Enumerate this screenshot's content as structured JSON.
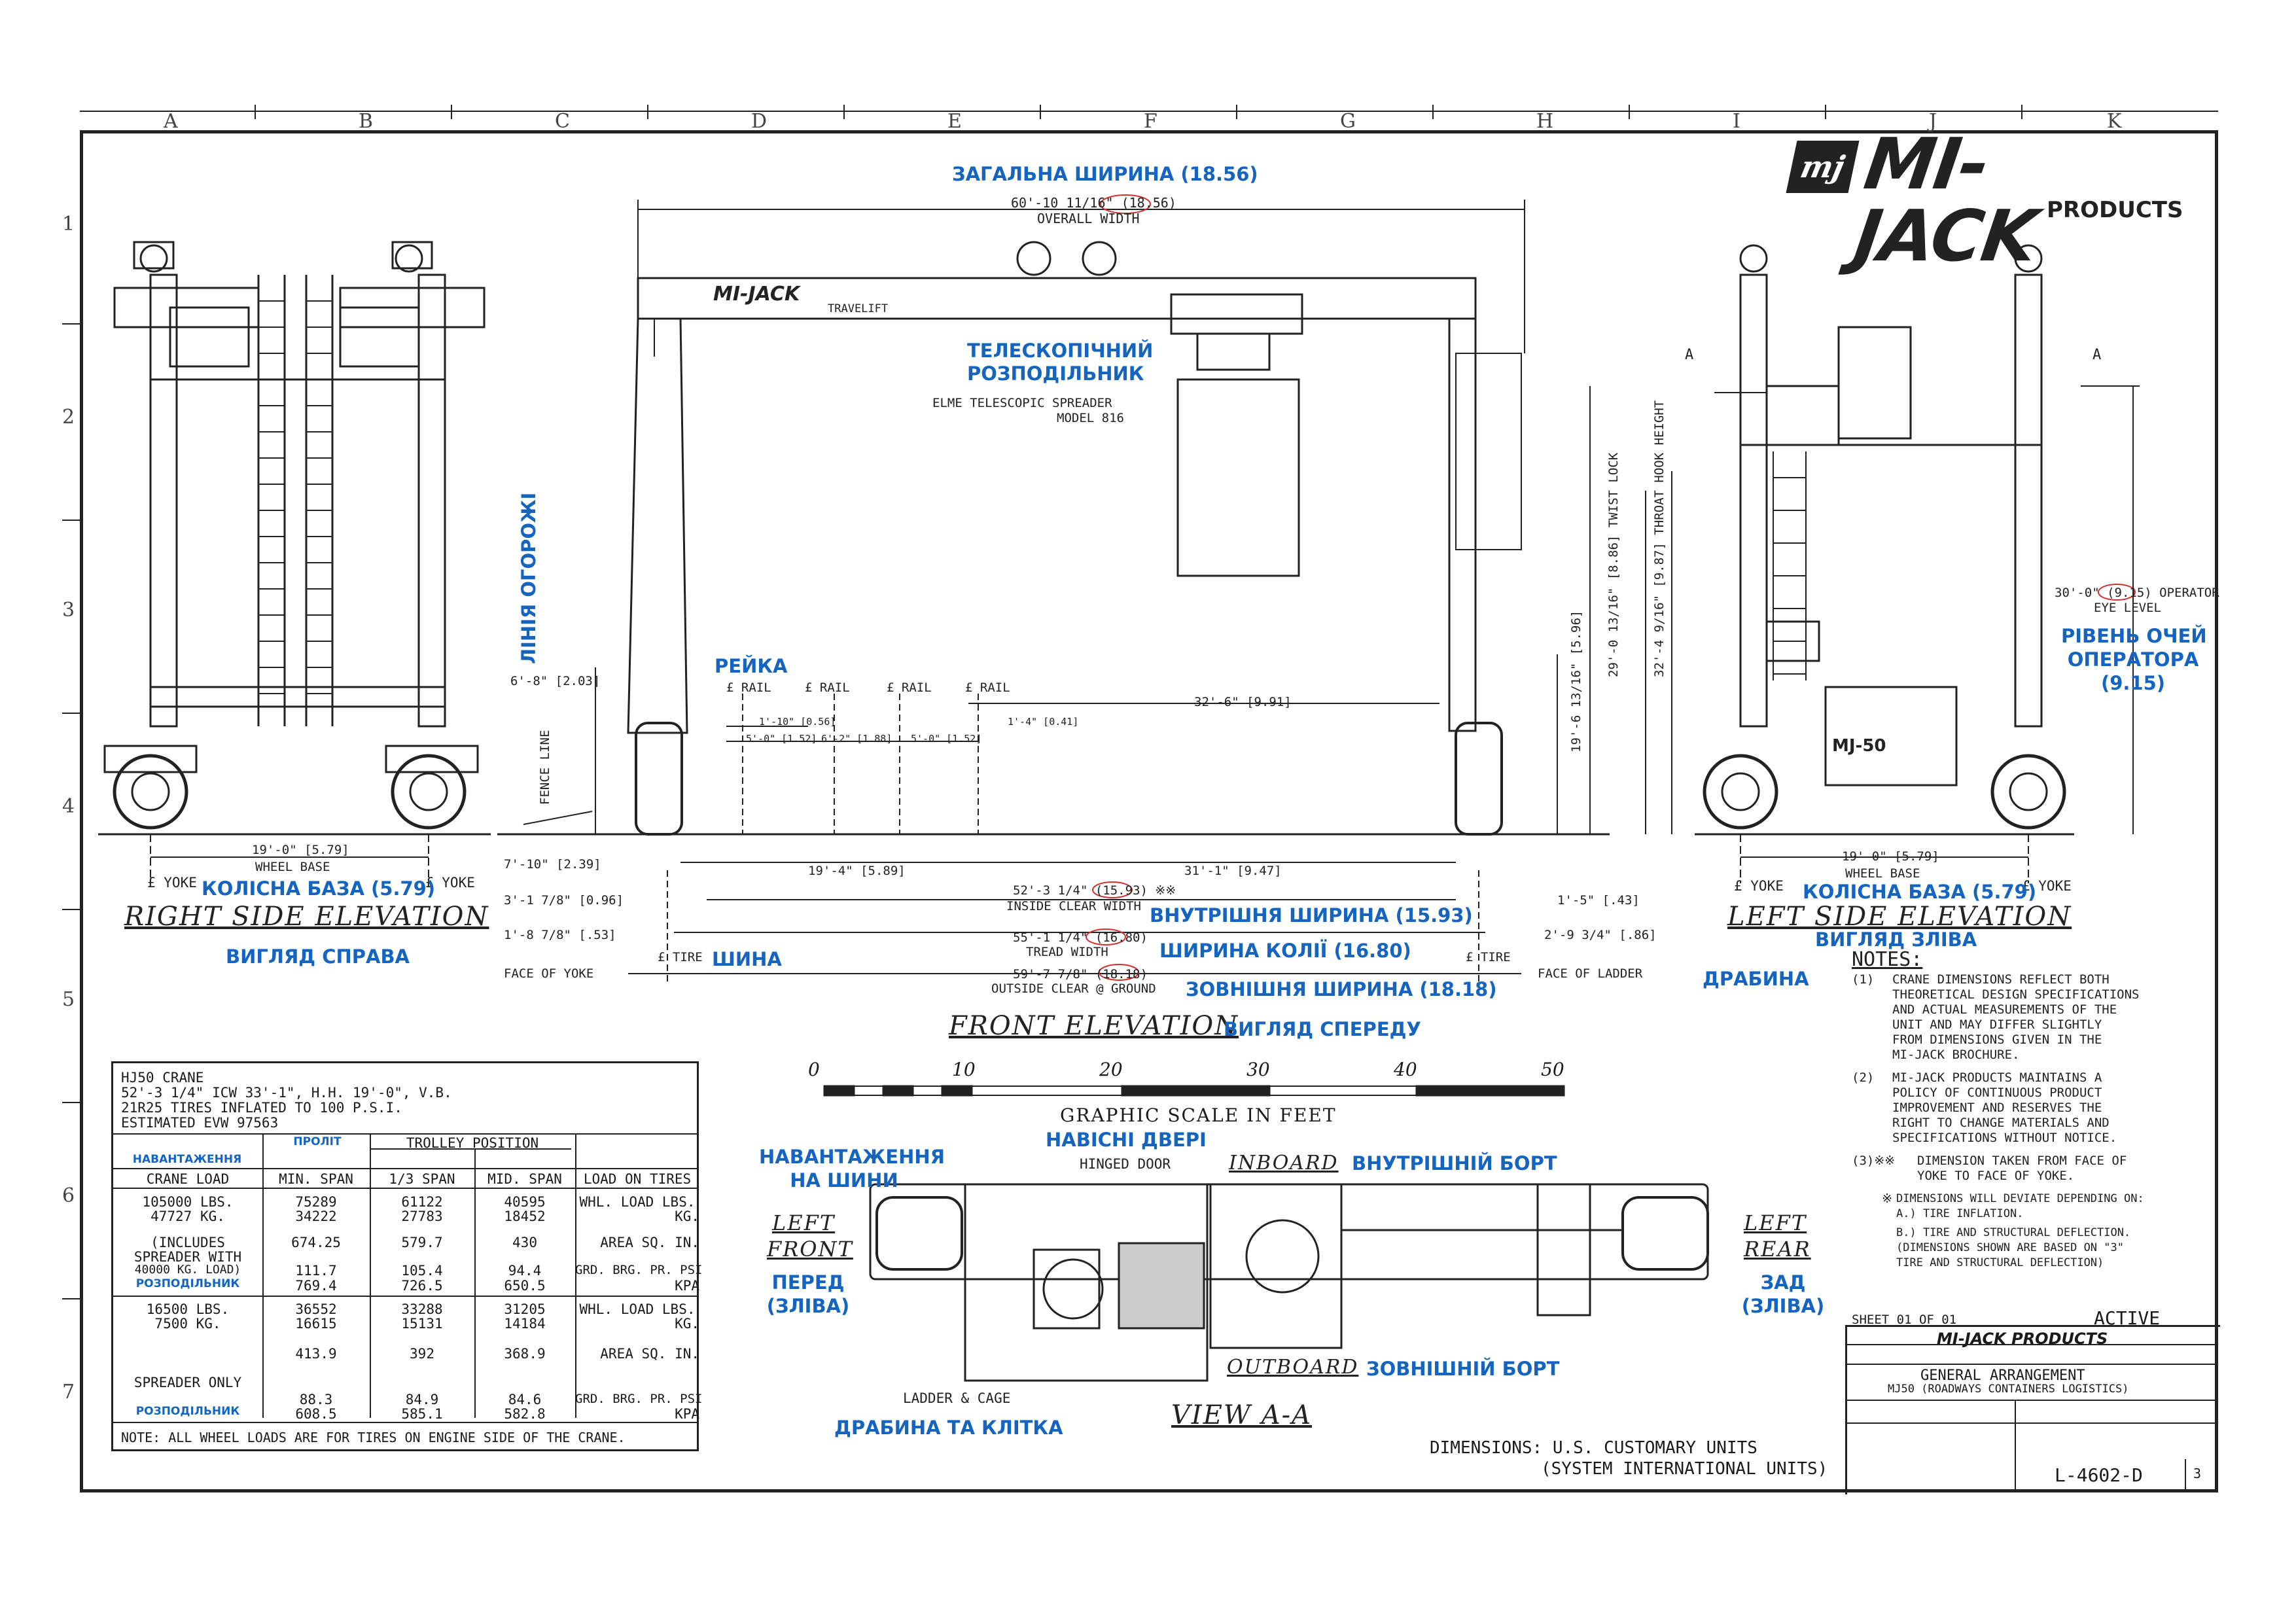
{
  "grid": {
    "columns": [
      "A",
      "B",
      "C",
      "D",
      "E",
      "F",
      "G",
      "H",
      "I",
      "J",
      "K"
    ],
    "rows": [
      "1",
      "2",
      "3",
      "4",
      "5",
      "6",
      "7"
    ]
  },
  "logo": {
    "brand": "MI-JACK",
    "sub": "PRODUCTS",
    "mark": "mj"
  },
  "front_elevation": {
    "title": "FRONT ELEVATION",
    "crane_label": "MI-JACK",
    "travelift": "TRAVELIFT",
    "overall_width": "60'-10 11/16\" (18.56)",
    "overall_width_label": "OVERALL WIDTH",
    "spreader_label": "ELME TELESCOPIC SPREADER",
    "spreader_model": "MODEL 816",
    "rails": [
      "£ RAIL",
      "£ RAIL",
      "£ RAIL",
      "£ RAIL"
    ],
    "rail_spacing": [
      "1'-10\" [0.56]",
      "5'-0\" [1.52]",
      "6'-2\" [1.88]",
      "5'-0\" [1.52]",
      "1'-4\" [0.41]"
    ],
    "span_32_6": "32'-6\" [9.91]",
    "fence_line": "FENCE LINE",
    "fence_height": "6'-8\" [2.03]",
    "dim_7_10": "7'-10\" [2.39]",
    "dim_19_4": "19'-4\" [5.89]",
    "dim_31_1": "31'-1\" [9.47]",
    "dim_3_1": "3'-1 7/8\" [0.96]",
    "dim_1_8": "1'-8 7/8\" [.53]",
    "dim_1_5": "1'-5\" [.43]",
    "dim_2_9": "2'-9 3/4\" [.86]",
    "inside_clear": "52'-3 1/4\" (15.93) ※※",
    "inside_clear_label": "INSIDE CLEAR WIDTH",
    "tread": "55'-1 1/4\" (16.80)",
    "tread_label": "TREAD WIDTH",
    "outside": "59'-7 7/8\" (18.18)",
    "outside_label": "OUTSIDE CLEAR @ GROUND",
    "face_of_yoke": "FACE OF YOKE",
    "face_of_ladder": "FACE OF LADDER",
    "tire_left": "£ TIRE",
    "tire_right": "£ TIRE",
    "twist_lock": "29'-0 13/16\" [8.86] TWIST LOCK",
    "hook_height": "32'-4 9/16\" [9.87] THROAT HOOK HEIGHT",
    "dim_19_6": "19'-6 13/16\" [5.96]"
  },
  "right_side": {
    "title": "RIGHT SIDE ELEVATION",
    "wheel_base": "19'-0\" [5.79]",
    "wheel_base_label": "WHEEL BASE",
    "yoke_left": "£ YOKE",
    "yoke_right": "£ YOKE"
  },
  "left_side": {
    "title": "LEFT SIDE ELEVATION",
    "wheel_base": "19'-0\" [5.79]",
    "wheel_base_label": "WHEEL BASE",
    "yoke_left": "£ YOKE",
    "yoke_right": "£ YOKE",
    "operator_eye": "30'-0\" (9.15) OPERATOR",
    "operator_eye_2": "EYE LEVEL",
    "engine_label": "MJ-50",
    "section_mark": "A"
  },
  "view_a": {
    "title": "VIEW A-A",
    "hinged_door": "HINGED DOOR",
    "inboard": "INBOARD",
    "outboard": "OUTBOARD",
    "left_front_1": "LEFT",
    "left_front_2": "FRONT",
    "left_rear_1": "LEFT",
    "left_rear_2": "REAR",
    "ladder_cage": "LADDER & CAGE"
  },
  "graphic_scale": {
    "label": "GRAPHIC SCALE IN FEET",
    "ticks": [
      "0",
      "10",
      "20",
      "30",
      "40",
      "50"
    ]
  },
  "annotations": {
    "overall_width": "ЗАГАЛЬНА ШИРИНА (18.56)",
    "telescopic_1": "ТЕЛЕСКОПІЧНИЙ",
    "telescopic_2": "РОЗПОДІЛЬНИК",
    "fence_line": "ЛІНІЯ ОГОРОЖІ",
    "rail": "РЕЙКА",
    "wheel_base_right": "КОЛІСНА БАЗА (5.79)",
    "right_view": "ВИГЛЯД СПРАВА",
    "inside_width": "ВНУТРІШНЯ ШИРИНА (15.93)",
    "track_width": "ШИРИНА КОЛІЇ (16.80)",
    "outside_width": "ЗОВНІШНЯ ШИРИНА (18.18)",
    "tire": "ШИНА",
    "front_view": "ВИГЛЯД СПЕРЕДУ",
    "ladder": "ДРАБИНА",
    "wheel_base_left": "КОЛІСНА БАЗА (5.79)",
    "left_view": "ВИГЛЯД ЗЛІВА",
    "operator_eye_1": "РІВЕНЬ ОЧЕЙ",
    "operator_eye_2": "ОПЕРАТОРА",
    "operator_eye_3": "(9.15)",
    "tire_load_1": "НАВАНТАЖЕННЯ",
    "tire_load_2": "НА ШИНИ",
    "hinged_door": "НАВІСНІ ДВЕРІ",
    "inboard": "ВНУТРІШНІЙ БОРТ",
    "front_left_1": "ПЕРЕД",
    "front_left_2": "(ЗЛІВА)",
    "rear_left_1": "ЗАД",
    "rear_left_2": "(ЗЛІВА)",
    "outboard": "ЗОВНІШНІЙ БОРТ",
    "ladder_cage": "ДРАБИНА ТА КЛІТКА"
  },
  "table": {
    "header_lines": [
      "HJ50 CRANE",
      "52'-3 1/4\" ICW 33'-1\", H.H. 19'-0\", V.B.",
      "21R25 TIRES INFLATED TO 100 P.S.I.",
      "ESTIMATED EVW   97563"
    ],
    "blue_tire_load": "НАВАНТАЖЕННЯ",
    "blue_span": "ПРОЛІТ",
    "trolley_position": "TROLLEY POSITION",
    "columns": [
      "CRANE LOAD",
      "MIN. SPAN",
      "1/3 SPAN",
      "MID. SPAN",
      "LOAD ON TIRES"
    ],
    "rows": [
      {
        "load": "105000 LBS.",
        "min": "75289",
        "third": "61122",
        "mid": "40595",
        "unit": "WHL. LOAD LBS."
      },
      {
        "load": "47727 KG.",
        "min": "34222",
        "third": "27783",
        "mid": "18452",
        "unit": "KG."
      },
      {
        "load": "(INCLUDES",
        "min": "674.25",
        "third": "579.7",
        "mid": "430",
        "unit": "AREA SQ. IN."
      },
      {
        "load": "SPREADER WITH",
        "min": "",
        "third": "",
        "mid": "",
        "unit": ""
      },
      {
        "load": "40000 KG. LOAD)",
        "min": "111.7",
        "third": "105.4",
        "mid": "94.4",
        "unit": "GRD. BRG. PR. PSI"
      },
      {
        "load": "",
        "min": "769.4",
        "third": "726.5",
        "mid": "650.5",
        "unit": "KPA"
      },
      {
        "load": "16500 LBS.",
        "min": "36552",
        "third": "33288",
        "mid": "31205",
        "unit": "WHL. LOAD LBS."
      },
      {
        "load": "7500 KG.",
        "min": "16615",
        "third": "15131",
        "mid": "14184",
        "unit": "KG."
      },
      {
        "load": "",
        "min": "413.9",
        "third": "392",
        "mid": "368.9",
        "unit": "AREA SQ. IN."
      },
      {
        "load": "SPREADER ONLY",
        "min": "",
        "third": "",
        "mid": "",
        "unit": ""
      },
      {
        "load": "",
        "min": "88.3",
        "third": "84.9",
        "mid": "84.6",
        "unit": "GRD. BRG. PR. PSI"
      },
      {
        "load": "",
        "min": "608.5",
        "third": "585.1",
        "mid": "582.8",
        "unit": "KPA"
      }
    ],
    "blue_spreader_1": "РОЗПОДІЛЬНИК",
    "blue_spreader_2": "РОЗПОДІЛЬНИК",
    "note": "NOTE:  ALL WHEEL LOADS ARE FOR TIRES ON ENGINE SIDE OF THE CRANE."
  },
  "notes": {
    "title": "NOTES:",
    "items": [
      {
        "num": "(1)",
        "lines": [
          "CRANE DIMENSIONS REFLECT BOTH",
          "THEORETICAL DESIGN SPECIFICATIONS",
          "AND ACTUAL MEASUREMENTS OF THE",
          "UNIT AND MAY DIFFER SLIGHTLY",
          "FROM DIMENSIONS GIVEN IN THE",
          "MI-JACK BROCHURE."
        ]
      },
      {
        "num": "(2)",
        "lines": [
          "MI-JACK PRODUCTS MAINTAINS A",
          "POLICY OF CONTINUOUS PRODUCT",
          "IMPROVEMENT AND RESERVES THE",
          "RIGHT TO CHANGE MATERIALS AND",
          "SPECIFICATIONS WITHOUT NOTICE."
        ]
      },
      {
        "num": "(3)※※",
        "lines": [
          "DIMENSION TAKEN FROM FACE OF",
          "YOKE TO FACE OF YOKE."
        ]
      },
      {
        "num": "※",
        "lines": [
          "DIMENSIONS WILL DEVIATE DEPENDING ON:",
          "A.) TIRE INFLATION."
        ]
      },
      {
        "num": "",
        "lines": [
          "B.) TIRE AND STRUCTURAL DEFLECTION.",
          "(DIMENSIONS SHOWN ARE BASED ON \"3\"",
          "TIRE AND STRUCTURAL DEFLECTION)"
        ]
      }
    ]
  },
  "title_block": {
    "sheet": "SHEET 01 OF 01",
    "status": "ACTIVE",
    "company": "MI-JACK PRODUCTS",
    "title_1": "GENERAL ARRANGEMENT",
    "title_2": "MJ50 (ROADWAYS CONTAINERS LOGISTICS)",
    "drawing_no": "L-4602-D",
    "rev": "3",
    "dimensions_1": "DIMENSIONS: U.S. CUSTOMARY UNITS",
    "dimensions_2": "(SYSTEM INTERNATIONAL UNITS)"
  },
  "colors": {
    "annotation": "#1565c0",
    "ink": "#222222",
    "red_circle": "#d32f2f"
  }
}
